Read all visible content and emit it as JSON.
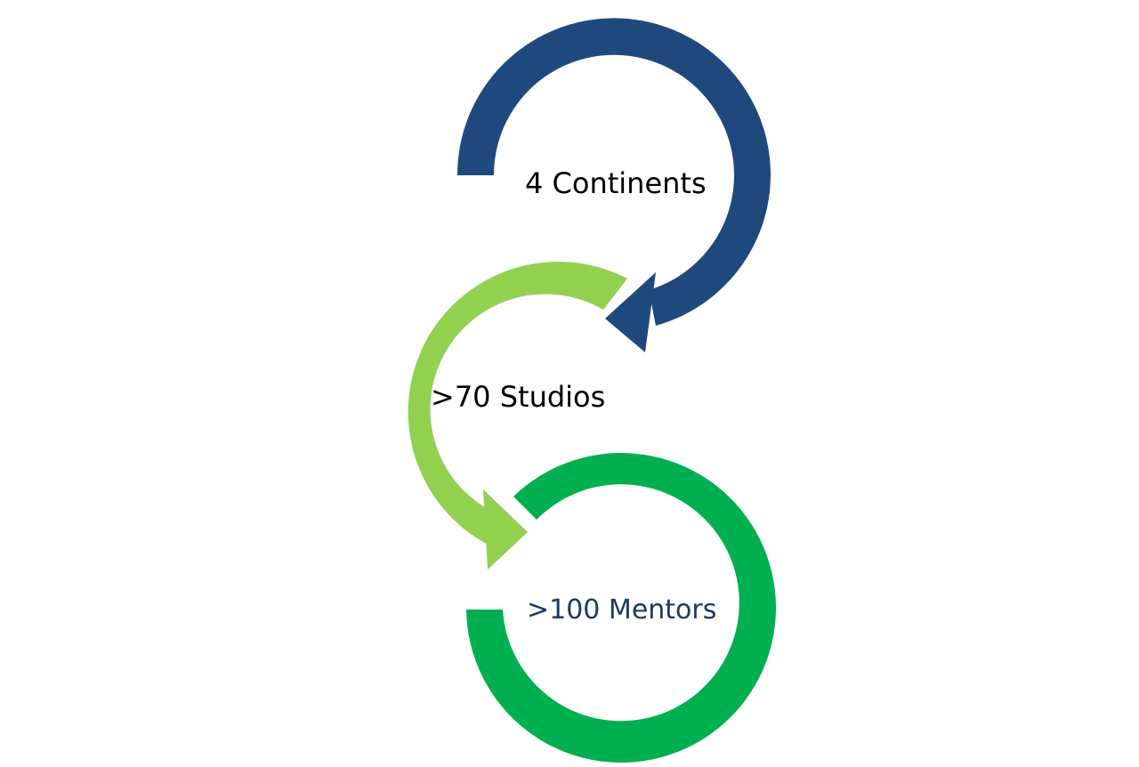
{
  "diagram": {
    "steps": [
      {
        "label": "4 Continents",
        "color": "#1F497D",
        "text_color": "#000000",
        "icon": "curved-arrow"
      },
      {
        "label": ">70 Studios",
        "color": "#92D050",
        "text_color": "#000000",
        "icon": "curved-arrow"
      },
      {
        "label": ">100 Mentors",
        "color": "#00B050",
        "text_color": "#1F3864",
        "icon": "circular-arc"
      }
    ],
    "background": "#FFFFFF"
  }
}
